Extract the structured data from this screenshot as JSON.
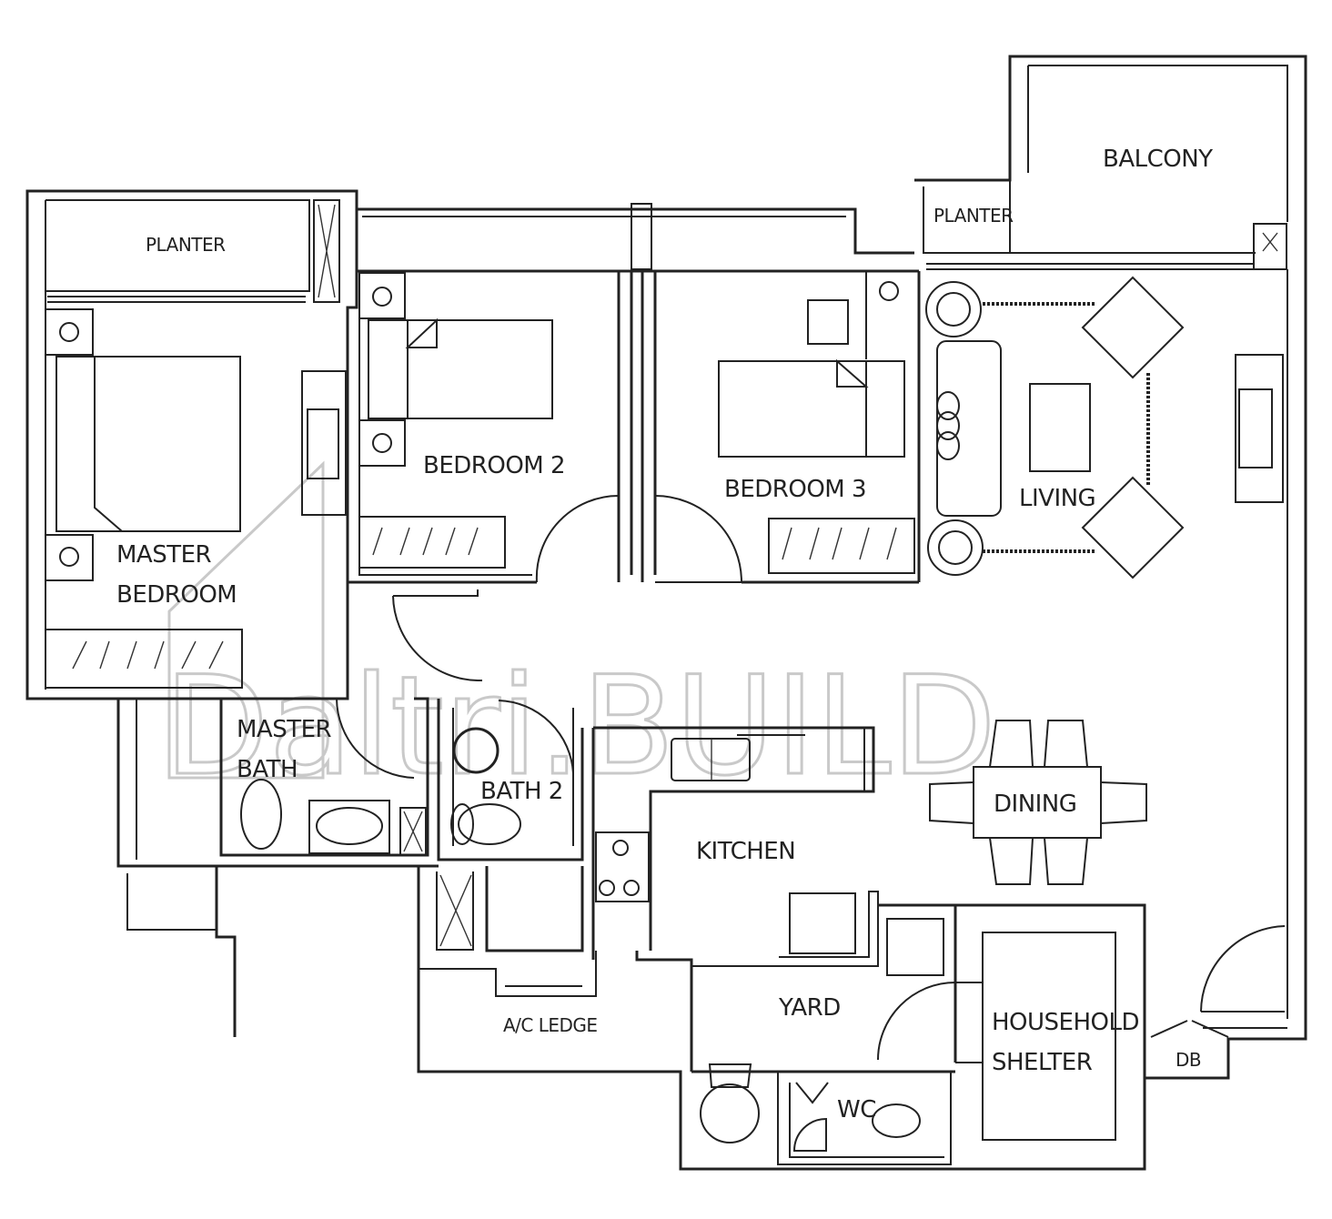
{
  "rooms": {
    "planter_master": "PLANTER",
    "planter_living": "PLANTER",
    "balcony": "BALCONY",
    "bedroom2": "BEDROOM 2",
    "bedroom3": "BEDROOM 3",
    "living": "LIVING",
    "master_line1": "MASTER",
    "master_line2": "BEDROOM",
    "master_bath_line1": "MASTER",
    "master_bath_line2": "BATH",
    "bath2": "BATH 2",
    "kitchen": "KITCHEN",
    "dining": "DINING",
    "yard": "YARD",
    "ac_ledge": "A/C LEDGE",
    "shelter_line1": "HOUSEHOLD",
    "shelter_line2": "SHELTER",
    "db": "DB",
    "wc": "WC"
  },
  "watermark": "Daltri.BUILD"
}
